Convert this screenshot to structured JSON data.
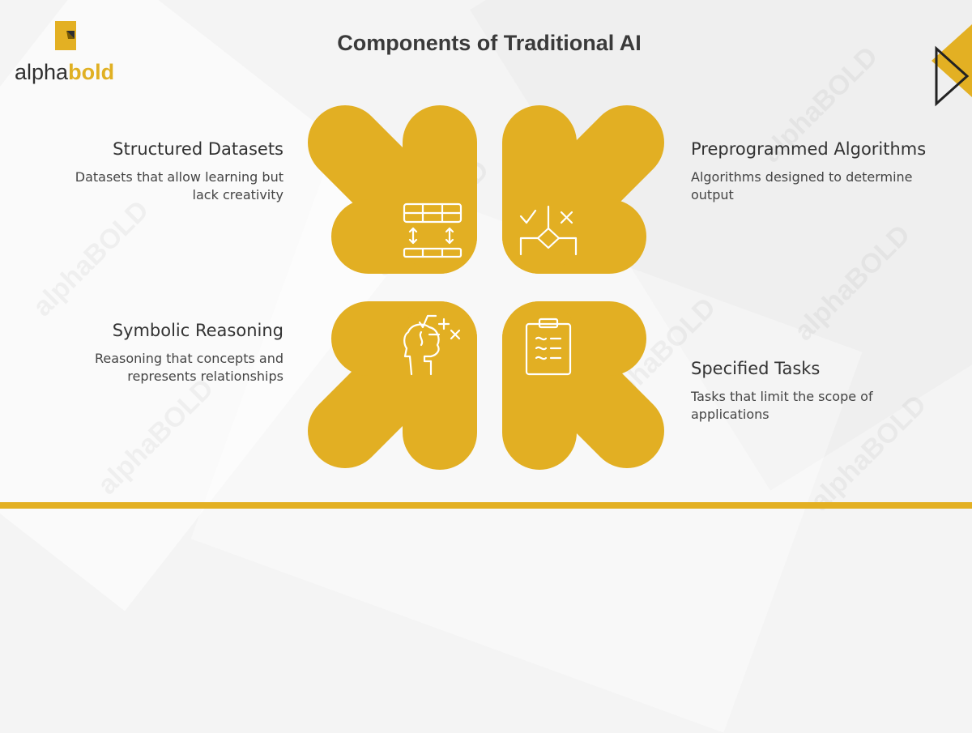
{
  "brand": {
    "logo_part1": "alpha",
    "logo_part2": "bold",
    "watermark": "alphaBOLD",
    "accent": "#e3b023"
  },
  "title": "Components of Traditional AI",
  "components": [
    {
      "title": "Structured Datasets",
      "description": "Datasets that allow learning but lack creativity",
      "icon": "table-icon"
    },
    {
      "title": "Preprogrammed Algorithms",
      "description": "Algorithms designed to determine output",
      "icon": "decision-flow-icon"
    },
    {
      "title": "Symbolic Reasoning",
      "description": "Reasoning that concepts and represents relationships",
      "icon": "head-math-icon"
    },
    {
      "title": "Specified Tasks",
      "description": "Tasks that limit the scope of applications",
      "icon": "clipboard-icon"
    }
  ]
}
